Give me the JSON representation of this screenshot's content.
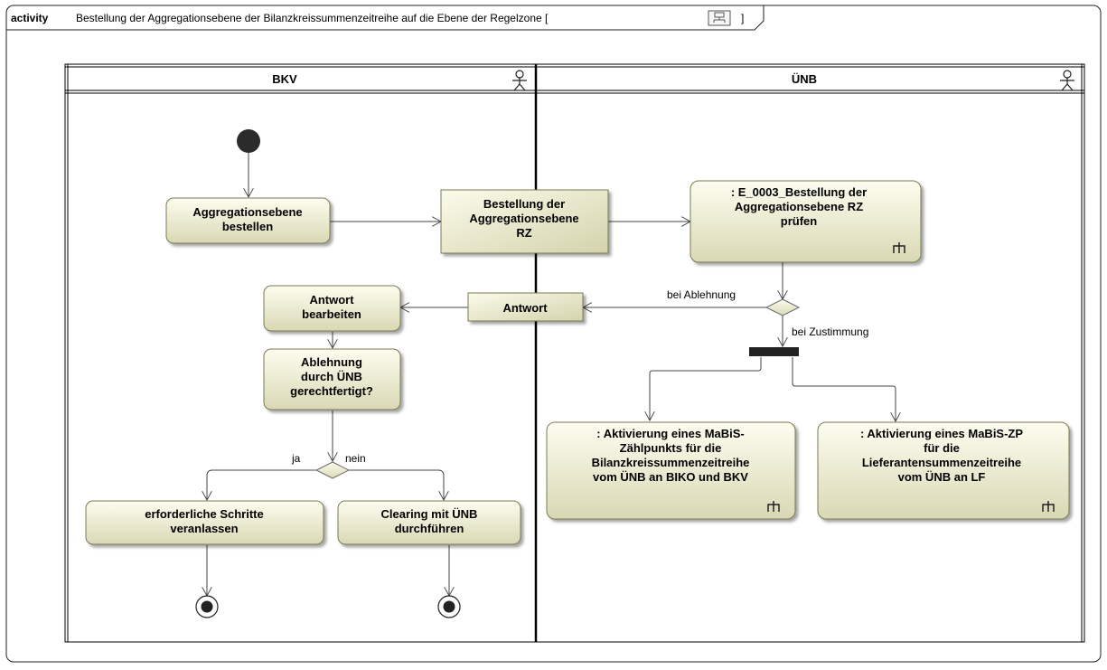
{
  "frame": {
    "keyword": "activity",
    "title": "Bestellung der Aggregationsebene der Bilanzkreissummenzeitreihe auf die Ebene der Regelzone [",
    "title_end": "]"
  },
  "lanes": {
    "bkv": "BKV",
    "unb": "ÜNB"
  },
  "nodes": {
    "aggregationsebene_bestellen": [
      "Aggregationsebene",
      "bestellen"
    ],
    "bestellung_object": [
      "Bestellung der",
      "Aggregationsebene",
      "RZ"
    ],
    "e0003_pruefen": [
      ": E_0003_Bestellung der",
      "Aggregationsebene RZ",
      "prüfen"
    ],
    "antwort_bearbeiten": [
      "Antwort",
      "bearbeiten"
    ],
    "antwort_object": [
      "Antwort"
    ],
    "ablehnung_gerechtfertigt": [
      "Ablehnung",
      "durch ÜNB",
      "gerechtfertigt?"
    ],
    "erforderliche_schritte": [
      "erforderliche Schritte",
      "veranlassen"
    ],
    "clearing": [
      "Clearing mit ÜNB",
      "durchführen"
    ],
    "aktivierung_zaehlpunkt": [
      ": Aktivierung eines MaBiS-",
      "Zählpunkts für die",
      "Bilanzkreissummenzeitreihe",
      "vom ÜNB an BIKO und BKV"
    ],
    "aktivierung_zp": [
      ": Aktivierung eines MaBiS-ZP",
      "für die",
      "Lieferantensummenzeitreihe",
      "vom ÜNB an LF"
    ]
  },
  "guards": {
    "bei_ablehnung": "bei Ablehnung",
    "bei_zustimmung": "bei Zustimmung",
    "ja": "ja",
    "nein": "nein"
  },
  "colors": {
    "node_fill_light": "#fbfbe8",
    "node_fill_dark": "#d6d6b0",
    "node_stroke": "#7a7a52",
    "fork_bar": "#222222"
  }
}
